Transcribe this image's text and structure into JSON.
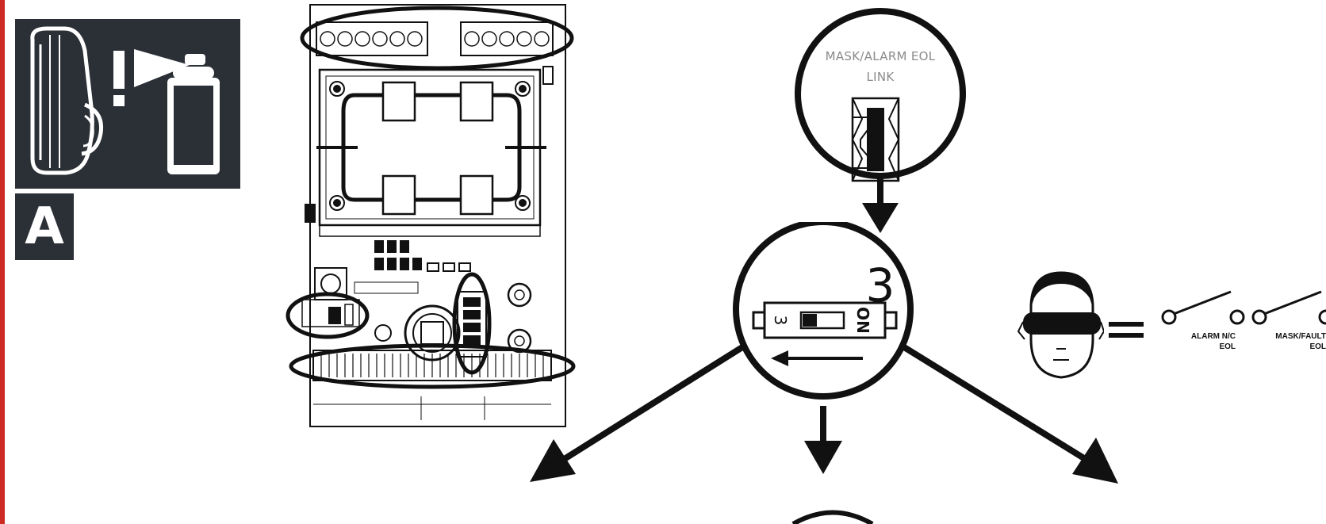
{
  "section": {
    "letter": "A"
  },
  "link_callout": {
    "line1": "MASK/ALARM EOL",
    "line2": "LINK"
  },
  "dip_callout": {
    "step": "3",
    "switch_number": "3",
    "switch_on": "ON"
  },
  "outputs": {
    "alarm": {
      "line1": "ALARM N/C",
      "line2": "EOL"
    },
    "mask_fault": {
      "line1": "MASK/FAULT",
      "line2": "EOL"
    }
  },
  "icons": {
    "spray_warning": "spray-warning-icon",
    "masked_face": "masked-face-icon",
    "relay_contact": "relay-switch-icon"
  },
  "colors": {
    "accent_red": "#cc2a23",
    "panel_dark": "#2b2f36",
    "line": "#111111"
  }
}
